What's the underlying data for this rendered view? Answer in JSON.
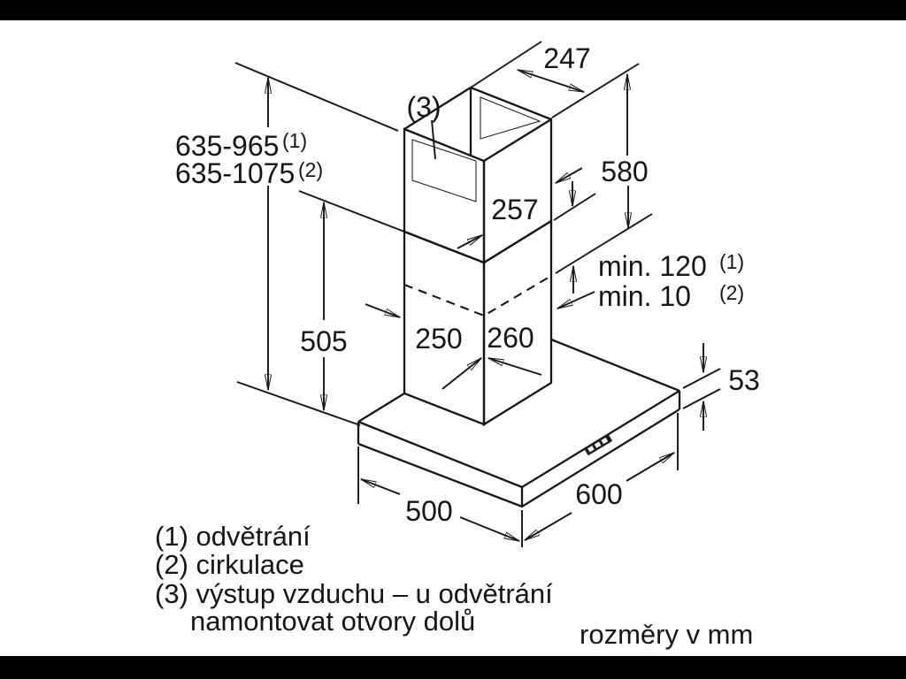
{
  "drawing": {
    "type": "chimney-hood installation drawing",
    "callout": "(3)",
    "dims": {
      "top_depth": "247",
      "upper_duct_width": "257",
      "upper_duct_height": "580",
      "height_range_vented": "635-965",
      "height_range_vented_sup": "(1)",
      "height_range_recirc": "635-1075",
      "height_range_recirc_sup": "(2)",
      "min_overlap_vented": "min. 120",
      "min_overlap_vented_sup": "(1)",
      "min_overlap_recirc": "min. 10",
      "min_overlap_recirc_sup": "(2)",
      "lower_duct_height": "505",
      "duct_depth": "250",
      "duct_width": "260",
      "body_height": "53",
      "body_depth": "500",
      "body_width": "600"
    },
    "legend": {
      "line1": "(1) odvětrání",
      "line2": "(2) cirkulace",
      "line3": "(3) výstup vzduchu – u odvětrání",
      "line4": "namontovat otvory dolů",
      "units": "rozměry v mm"
    }
  }
}
